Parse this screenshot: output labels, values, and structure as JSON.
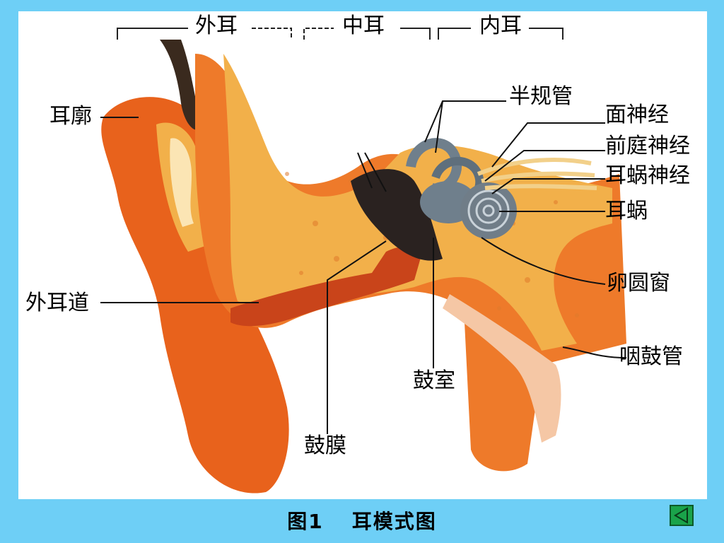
{
  "labels": {
    "outer_ear": "外耳",
    "middle_ear": "中耳",
    "inner_ear": "内耳",
    "auricle": "耳廓",
    "semicircular_canals": "半规管",
    "facial_nerve": "面神经",
    "vestibular_nerve": "前庭神经",
    "cochlear_nerve": "耳蜗神经",
    "cochlea": "耳蜗",
    "oval_window": "卵圆窗",
    "ear_canal": "外耳道",
    "eustachian_tube": "咽鼓管",
    "tympanic_cavity": "鼓室",
    "eardrum": "鼓膜"
  },
  "caption": {
    "figure_number": "图1",
    "title": "耳模式图"
  },
  "nav": {
    "back_icon": "triangle-left-icon",
    "button_color": "#1aa34a"
  },
  "colors": {
    "background": "#6ecff6",
    "ear_skin": "#e8621c",
    "bone": "#f2b04a",
    "inner_ear": "#6f7f8c"
  }
}
